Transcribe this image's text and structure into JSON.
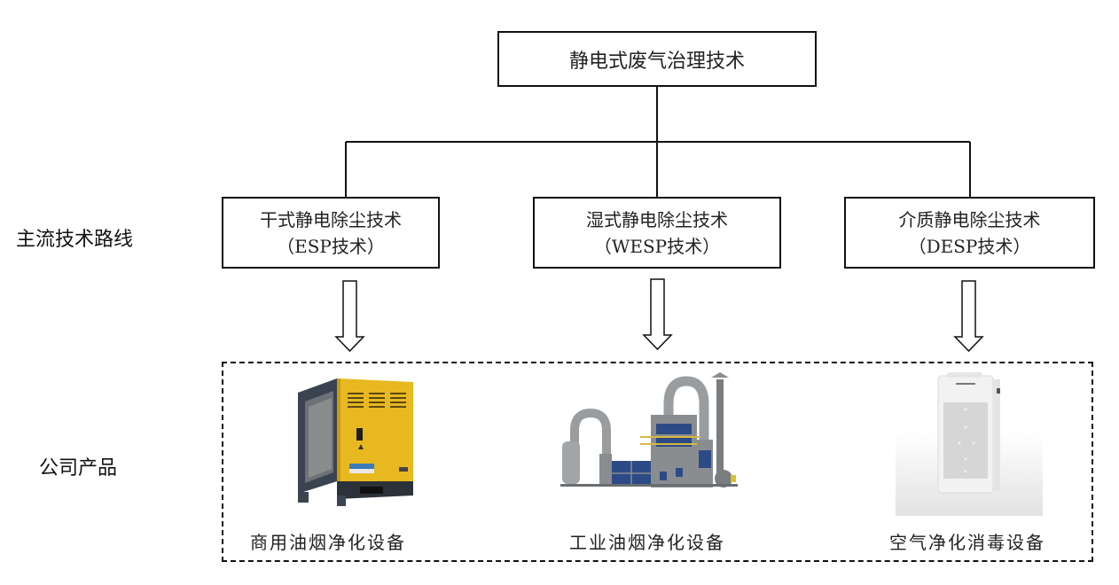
{
  "root": {
    "label": "静电式废气治理技术"
  },
  "row_labels": {
    "tech_routes": "主流技术路线",
    "products": "公司产品"
  },
  "technologies": [
    {
      "name": "干式静电除尘技术",
      "abbr": "（ESP技术）"
    },
    {
      "name": "湿式静电除尘技术",
      "abbr": "（WESP技术）"
    },
    {
      "name": "介质静电除尘技术",
      "abbr": "（DESP技术）"
    }
  ],
  "products": [
    {
      "name": "商用油烟净化设备",
      "image": "commercial-fume-purifier-image"
    },
    {
      "name": "工业油烟净化设备",
      "image": "industrial-fume-purification-plant-image"
    },
    {
      "name": "空气净化消毒设备",
      "image": "air-purifier-disinfector-image"
    }
  ],
  "colors": {
    "line": "#111111",
    "purifier_yellow": "#e8b820",
    "purifier_body": "#3a4350",
    "industrial_gray": "#8a8d90",
    "industrial_blue": "#2c4a86"
  }
}
